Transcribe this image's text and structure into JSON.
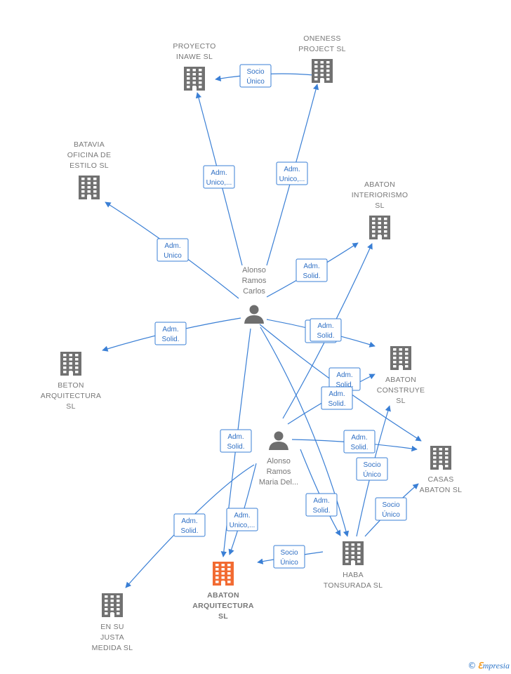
{
  "colors": {
    "edge": "#3a7fd5",
    "company_icon": "#717171",
    "company_main_icon": "#f26b32",
    "person_icon": "#6e6e6e",
    "label_text": "#777777"
  },
  "nodes": [
    {
      "id": "proyecto",
      "type": "company",
      "icon": "building-icon",
      "label_lines": [
        "PROYECTO",
        "INAWE  SL"
      ]
    },
    {
      "id": "oneness",
      "type": "company",
      "icon": "building-icon",
      "label_lines": [
        "ONENESS",
        "PROJECT  SL"
      ]
    },
    {
      "id": "batavia",
      "type": "company",
      "icon": "building-icon",
      "label_lines": [
        "BATAVIA",
        "OFICINA DE",
        "ESTILO  SL"
      ]
    },
    {
      "id": "interiorismo",
      "type": "company",
      "icon": "building-icon",
      "label_lines": [
        "ABATON",
        "INTERIORISMO",
        "SL"
      ]
    },
    {
      "id": "carlos",
      "type": "person",
      "icon": "person-icon",
      "label_lines": [
        "Alonso",
        "Ramos",
        "Carlos"
      ]
    },
    {
      "id": "beton",
      "type": "company",
      "icon": "building-icon",
      "label_lines": [
        "BETON",
        "ARQUITECTURA",
        "SL"
      ]
    },
    {
      "id": "construye",
      "type": "company",
      "icon": "building-icon",
      "label_lines": [
        "ABATON",
        "CONSTRUYE",
        "SL"
      ]
    },
    {
      "id": "maria",
      "type": "person",
      "icon": "person-icon",
      "label_lines": [
        "Alonso",
        "Ramos",
        "Maria Del..."
      ]
    },
    {
      "id": "casas",
      "type": "company",
      "icon": "building-icon",
      "label_lines": [
        "CASAS",
        "ABATON  SL"
      ]
    },
    {
      "id": "haba",
      "type": "company",
      "icon": "building-icon",
      "label_lines": [
        "HABA",
        "TONSURADA SL"
      ]
    },
    {
      "id": "arquitectura",
      "type": "company-main",
      "icon": "building-icon",
      "label_lines": [
        "ABATON",
        "ARQUITECTURA",
        "SL"
      ]
    },
    {
      "id": "ensujusta",
      "type": "company",
      "icon": "building-icon",
      "label_lines": [
        "EN SU",
        "JUSTA",
        "MEDIDA  SL"
      ]
    }
  ],
  "edges": [
    {
      "from": "oneness",
      "to": "proyecto",
      "label_lines": [
        "Socio",
        "Único"
      ]
    },
    {
      "from": "carlos",
      "to": "proyecto",
      "label_lines": [
        "Adm.",
        "Unico,..."
      ]
    },
    {
      "from": "carlos",
      "to": "oneness",
      "label_lines": [
        "Adm.",
        "Unico,..."
      ]
    },
    {
      "from": "carlos",
      "to": "batavia",
      "label_lines": [
        "Adm.",
        "Unico"
      ]
    },
    {
      "from": "carlos",
      "to": "interiorismo",
      "label_lines": [
        "Adm.",
        "Solid."
      ]
    },
    {
      "from": "carlos",
      "to": "beton",
      "label_lines": [
        "Adm.",
        "Solid."
      ]
    },
    {
      "from": "carlos",
      "to": "construye",
      "label_lines": [
        "Adm.",
        "Solid."
      ]
    },
    {
      "from": "carlos",
      "to": "casas",
      "label_lines": [
        "Adm.",
        "Solid."
      ]
    },
    {
      "from": "carlos",
      "to": "haba",
      "label_lines": [
        "Adm.",
        "Solid."
      ]
    },
    {
      "from": "carlos",
      "to": "arquitectura",
      "label_lines": [
        "Adm.",
        "Solid."
      ]
    },
    {
      "from": "maria",
      "to": "interiorismo",
      "label_lines": [
        "Adm.",
        "Solid."
      ]
    },
    {
      "from": "maria",
      "to": "construye",
      "label_lines": [
        "Adm.",
        "Solid."
      ]
    },
    {
      "from": "maria",
      "to": "casas",
      "label_lines": [
        "Adm.",
        "Solid."
      ]
    },
    {
      "from": "maria",
      "to": "haba",
      "label_lines": [
        "Adm.",
        "Solid."
      ]
    },
    {
      "from": "maria",
      "to": "arquitectura",
      "label_lines": [
        "Adm.",
        "Solid."
      ]
    },
    {
      "from": "maria",
      "to": "ensujusta",
      "label_lines": [
        "Adm.",
        "Unico,..."
      ]
    },
    {
      "from": "haba",
      "to": "construye",
      "label_lines": [
        "Socio",
        "Único"
      ]
    },
    {
      "from": "haba",
      "to": "casas",
      "label_lines": [
        "Socio",
        "Único"
      ]
    },
    {
      "from": "haba",
      "to": "arquitectura",
      "label_lines": [
        "Socio",
        "Único"
      ]
    }
  ],
  "footer": {
    "copyright": "©",
    "brand_first": "ℇ",
    "brand_rest": "mpresia"
  }
}
